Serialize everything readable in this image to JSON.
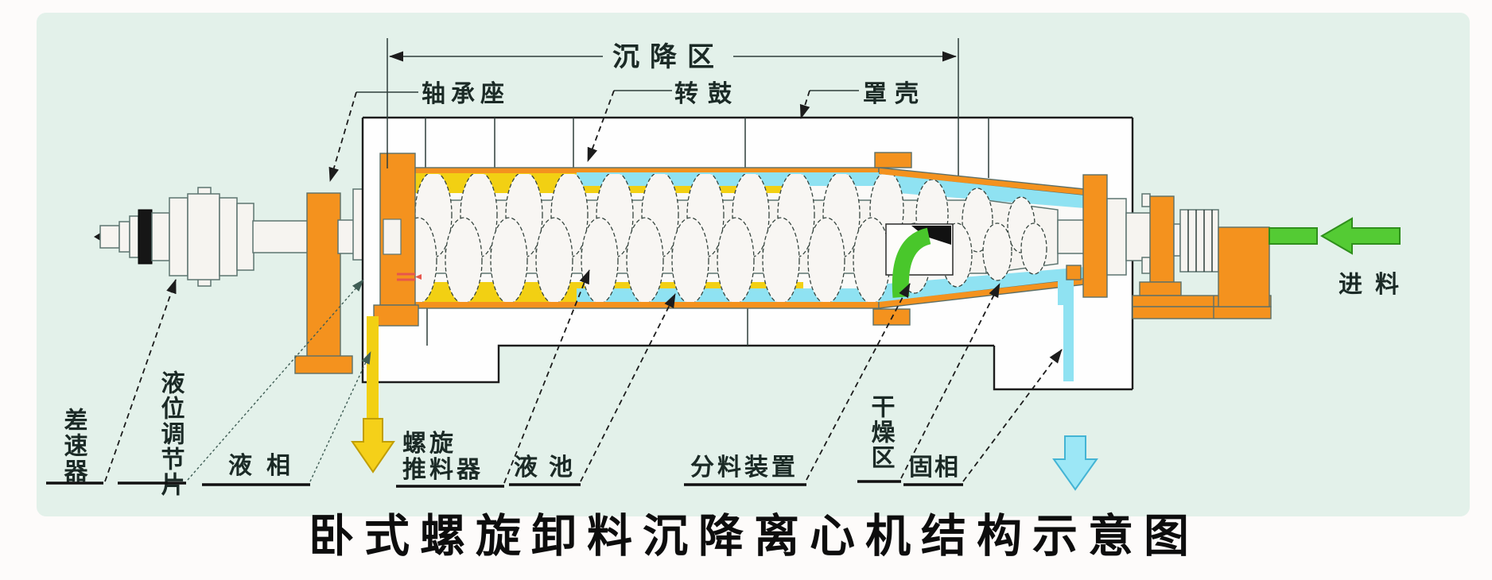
{
  "title": "卧式螺旋卸料沉降离心机结构示意图",
  "dimension": {
    "settling_zone": "沉降区"
  },
  "labels": {
    "bearing_seat": "轴承座",
    "drum": "转鼓",
    "cover_shell": "罩壳",
    "differential": "差速器",
    "level_adjust_plate": "液位调节片",
    "liquid_phase": "液相",
    "screw_conveyor_line1": "螺旋",
    "screw_conveyor_line2": "推料器",
    "liquid_pool": "液池",
    "feed_distributor": "分料装置",
    "drying_zone": "干燥区",
    "solid_phase": "固相",
    "feed": "进料"
  },
  "colors": {
    "panel_bg": "#e3f1ea",
    "machine_orange": "#f4921e",
    "liquid_yellow": "#f2d013",
    "slurry_cyan": "#8fe2f2",
    "feed_green": "#54cb34"
  }
}
